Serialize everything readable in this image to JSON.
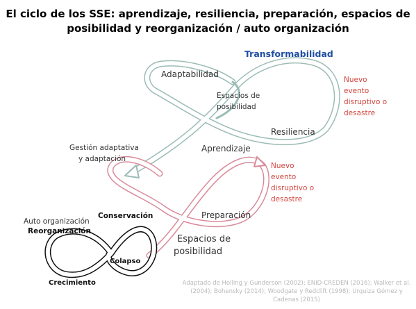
{
  "title": {
    "line1": "El ciclo de los SSE: aprendizaje, resiliencia, preparación, espacios de",
    "line2": "posibilidad y reorganización / auto organización"
  },
  "top_loop": {
    "transformabilidad": "Transformabilidad",
    "adaptabilidad": "Adaptabilidad",
    "espacios_line1": "Espacios de",
    "espacios_line2": "posibilidad",
    "resiliencia": "Resiliencia"
  },
  "right_top_event": [
    "Nuevo",
    "evento",
    "disruptivo o",
    "desastre"
  ],
  "gestion": [
    "Gestión adaptativa",
    "y adaptación"
  ],
  "middle_loop": {
    "aprendizaje": "Aprendizaje",
    "preparacion": "Preparación",
    "espacios_line1": "Espacios de",
    "espacios_line2": "posibilidad"
  },
  "right_mid_event": [
    "Nuevo",
    "evento",
    "disruptivo o",
    "desastre"
  ],
  "bottom_loop": {
    "auto_organizacion": "Auto organización",
    "reorganizacion": "Reorganización",
    "conservacion": "Conservación",
    "colapso": "Colapso",
    "crecimiento": "Crecimiento"
  },
  "credit": "Adaptado de Holling y Gunderson (2002); ENID-CREDEN (2016); Walker et al. (2004); Bohensky (2014); Woodgate y Redclift (1998); Urquiza Gómez y Cadenas (2015)",
  "colors": {
    "teal": "#9bbcb6",
    "pink": "#d98a9a",
    "black": "#111111",
    "blue_label": "#1f4fa3",
    "red_label": "#d2463f"
  }
}
